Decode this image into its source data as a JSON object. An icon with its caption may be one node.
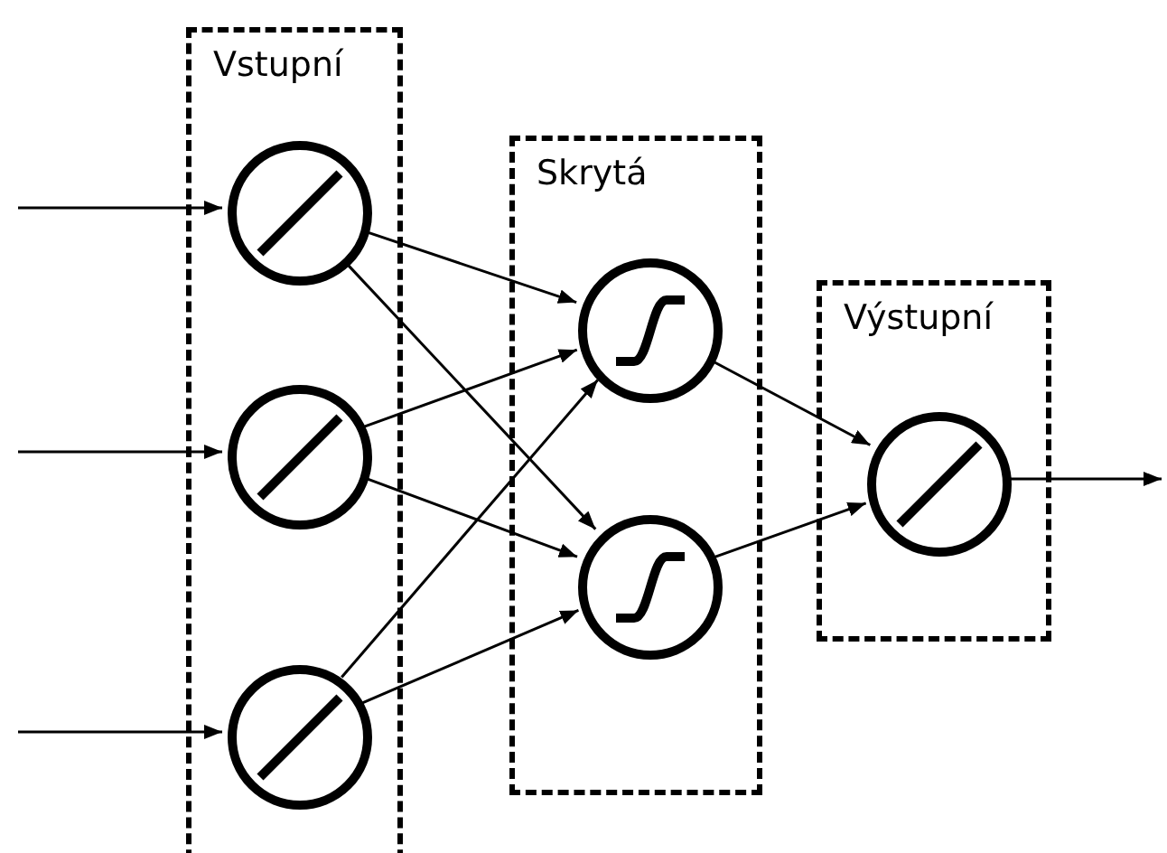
{
  "diagram": {
    "nodes": [
      {
        "text": [
          "Vstupní"
        ]
      },
      {
        "text": [],
        "shape": "circle",
        "in": 0
      },
      {
        "text": [],
        "shape": "circle",
        "in": 0
      },
      {
        "text": [],
        "shape": "circle",
        "in": 0
      },
      {
        "text": [
          "Skrytá"
        ]
      },
      {
        "text": [],
        "shape": "circle",
        "in": 4
      },
      {
        "text": [],
        "shape": "circle",
        "in": 4
      },
      {
        "text": [
          "Výstupní"
        ]
      },
      {
        "text": [],
        "shape": "circle",
        "in": 7
      }
    ],
    "edges": [
      {
        "from": null,
        "to": 1,
        "arrow": "to"
      },
      {
        "from": null,
        "to": 2,
        "arrow": "to"
      },
      {
        "from": null,
        "to": 3,
        "arrow": "to"
      },
      {
        "from": 1,
        "to": 5,
        "arrow": "to"
      },
      {
        "from": 1,
        "to": 6,
        "arrow": "to"
      },
      {
        "from": 2,
        "to": 5,
        "arrow": "to"
      },
      {
        "from": 2,
        "to": 6,
        "arrow": "to"
      },
      {
        "from": 3,
        "to": 5,
        "arrow": "to"
      },
      {
        "from": 3,
        "to": 6,
        "arrow": "to"
      },
      {
        "from": 5,
        "to": 8,
        "arrow": "to"
      },
      {
        "from": 6,
        "to": 8,
        "arrow": "to"
      },
      {
        "from": 8,
        "to": null,
        "arrow": "to"
      }
    ]
  }
}
